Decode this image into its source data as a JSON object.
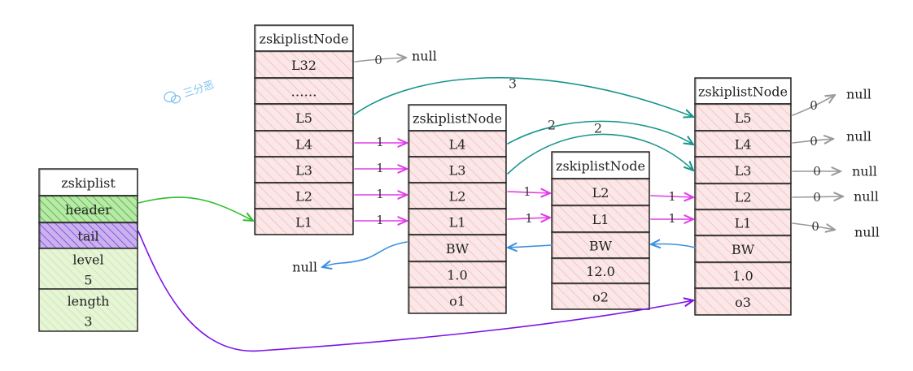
{
  "watermark": {
    "text": "三分恶"
  },
  "colors": {
    "cell_fill": "#fbe7e7",
    "cell_hatch": "#f2b8b8",
    "header_fill": "#b9e9a4",
    "header_hatch": "#3bb34a",
    "tail_fill": "#c9b2ee",
    "tail_hatch": "#7f3fd9",
    "info_fill": "#e6f5d6",
    "info_hatch": "#c3e3a6",
    "ptr_green": "#2fbd2f",
    "ptr_purple": "#7d12e8",
    "level_arrow": "#e23be8",
    "span_arrow": "#17958a",
    "backward_arrow": "#3a8fe0",
    "null_arrow": "#9a9a9a",
    "stroke": "#1e1e1e"
  },
  "zskiplist": {
    "title": "zskiplist",
    "header": "header",
    "tail": "tail",
    "level_label": "level",
    "level_value": "5",
    "length_label": "length",
    "length_value": "3"
  },
  "header_node": {
    "title": "zskiplistNode",
    "levels": [
      "L32",
      "……",
      "L5",
      "L4",
      "L3",
      "L2",
      "L1"
    ]
  },
  "node1": {
    "title": "zskiplistNode",
    "levels": [
      "L4",
      "L3",
      "L2",
      "L1"
    ],
    "backward": "BW",
    "score": "1.0",
    "obj": "o1"
  },
  "node2": {
    "title": "zskiplistNode",
    "levels": [
      "L2",
      "L1"
    ],
    "backward": "BW",
    "score": "12.0",
    "obj": "o2"
  },
  "node3": {
    "title": "zskiplistNode",
    "levels": [
      "L5",
      "L4",
      "L3",
      "L2",
      "L1"
    ],
    "backward": "BW",
    "score": "1.0",
    "obj": "o3"
  },
  "spans": {
    "head_L32": "0",
    "head_L5": "3",
    "head_L4": "1",
    "head_L3": "1",
    "head_L2": "1",
    "head_L1": "1",
    "n1_L4": "2",
    "n1_L3": "2",
    "n1_L2": "1",
    "n1_L1": "1",
    "n2_L2": "1",
    "n2_L1": "1",
    "n3_L5": "0",
    "n3_L4": "0",
    "n3_L3": "0",
    "n3_L2": "0",
    "n3_L1": "0"
  },
  "null_label": "null"
}
